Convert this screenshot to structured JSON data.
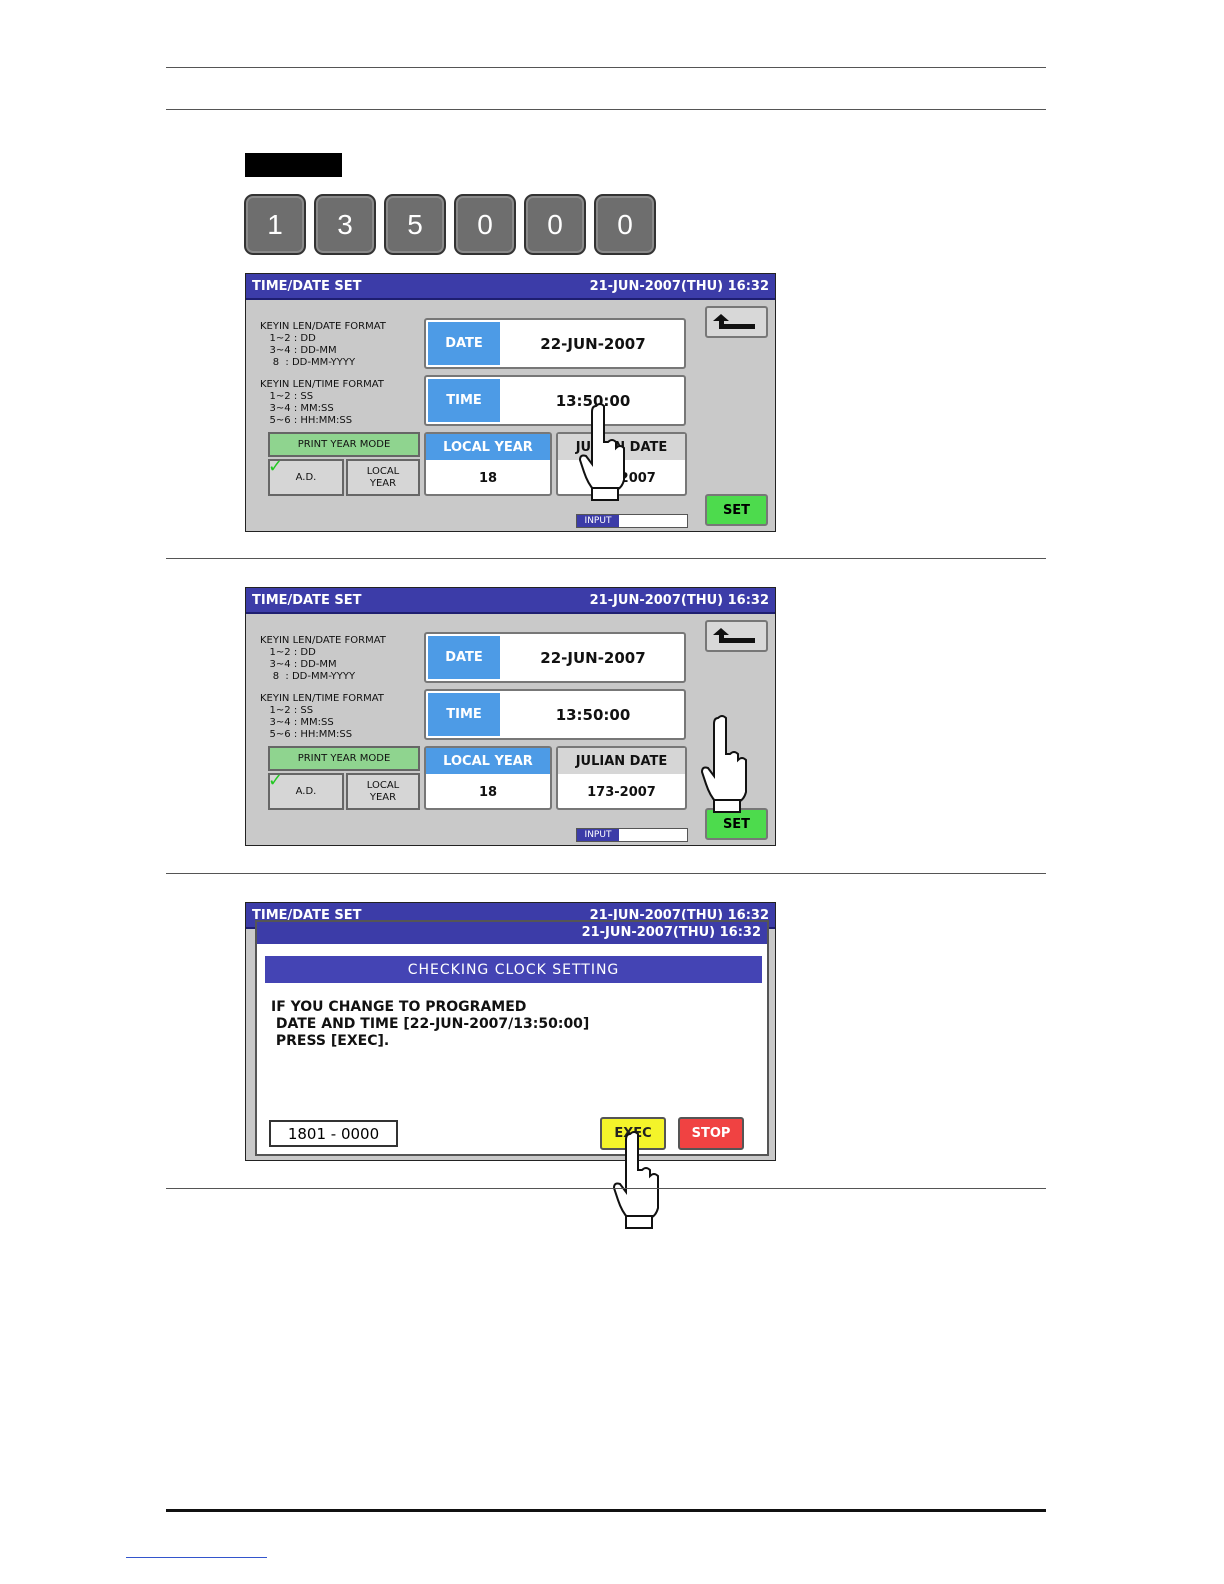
{
  "keypad": {
    "keys": [
      "1",
      "3",
      "5",
      "0",
      "0",
      "0"
    ]
  },
  "screen1": {
    "title": "TIME/DATE SET",
    "datetime": "21-JUN-2007(THU)  16:32",
    "date_format": "KEYIN LEN/DATE FORMAT\n   1~2 : DD\n   3~4 : DD-MM\n    8  : DD-MM-YYYY",
    "time_format": "KEYIN LEN/TIME FORMAT\n   1~2 : SS\n   3~4 : MM:SS\n   5~6 : HH:MM:SS",
    "date_label": "DATE",
    "date_value": "22-JUN-2007",
    "time_label": "TIME",
    "time_value": "13:50:00",
    "print_year_mode": "PRINT YEAR MODE",
    "ad": "A.D.",
    "local_year_btn": "LOCAL\nYEAR",
    "local_year_label": "LOCAL YEAR",
    "local_year_value": "18",
    "julian_label": "JULIAN DATE",
    "julian_value": "173-2007",
    "set": "SET",
    "input": "INPUT"
  },
  "screen2": {
    "title": "TIME/DATE SET",
    "datetime": "21-JUN-2007(THU)  16:32",
    "date_format": "KEYIN LEN/DATE FORMAT\n   1~2 : DD\n   3~4 : DD-MM\n    8  : DD-MM-YYYY",
    "time_format": "KEYIN LEN/TIME FORMAT\n   1~2 : SS\n   3~4 : MM:SS\n   5~6 : HH:MM:SS",
    "date_label": "DATE",
    "date_value": "22-JUN-2007",
    "time_label": "TIME",
    "time_value": "13:50:00",
    "print_year_mode": "PRINT YEAR MODE",
    "ad": "A.D.",
    "local_year_btn": "LOCAL\nYEAR",
    "local_year_label": "LOCAL YEAR",
    "local_year_value": "18",
    "julian_label": "JULIAN DATE",
    "julian_value": "173-2007",
    "set": "SET",
    "input": "INPUT"
  },
  "screen3": {
    "bg_title": "TIME/DATE SET",
    "bg_datetime": "21-JUN-2007(THU)  16:32",
    "datetime": "21-JUN-2007(THU)  16:32",
    "heading": "CHECKING CLOCK SETTING",
    "message": "IF YOU CHANGE TO PROGRAMED\n DATE AND TIME [22-JUN-2007/13:50:00]\n PRESS [EXEC].",
    "code": "1801 - 0000",
    "exec": "EXEC",
    "stop": "STOP"
  },
  "colors": {
    "title_bar": "#3c3ca8",
    "field_label": "#4d9be6",
    "set": "#4ddb4d",
    "exec": "#f4f42a",
    "stop": "#f04242"
  }
}
